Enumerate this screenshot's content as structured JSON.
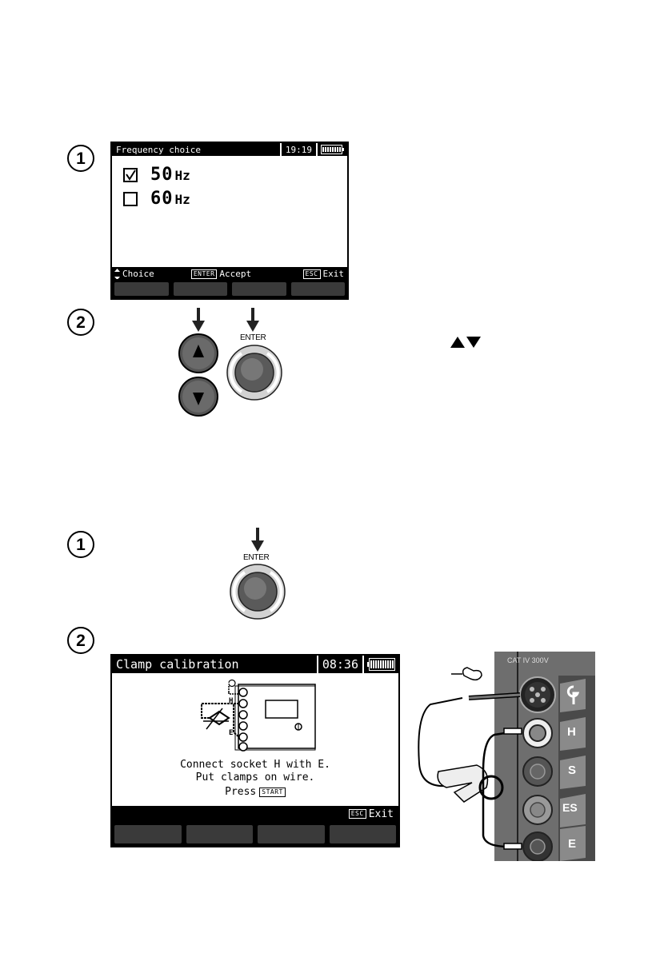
{
  "steps": {
    "a1": "1",
    "a2": "2",
    "b1": "1",
    "b2": "2"
  },
  "frequency_screen": {
    "title": "Frequency choice",
    "time": "19:19",
    "options": [
      {
        "value": "50",
        "unit": "Hz",
        "checked": true
      },
      {
        "value": "60",
        "unit": "Hz",
        "checked": false
      }
    ],
    "hint_choice": "Choice",
    "hint_enter_key": "ENTER",
    "hint_accept": "Accept",
    "hint_esc_key": "ESC",
    "hint_exit": "Exit"
  },
  "enter_button_label": "ENTER",
  "calibration_screen": {
    "title": "Clamp calibration",
    "time": "08:36",
    "line1": "Connect socket H with E.",
    "line2": "Put clamps on wire.",
    "press_label": "Press",
    "start_key": "START",
    "esc_key": "ESC",
    "exit_label": "Exit",
    "diagram_h": "H",
    "diagram_e": "E"
  },
  "socket_panel": {
    "category": "CAT IV 300V",
    "sockets": [
      "H",
      "S",
      "ES",
      "E"
    ]
  },
  "colors": {
    "screen_bar": "#000000",
    "button_face": "#555555",
    "panel_bg": "#6e6e6e",
    "panel_tab": "#8a8a8a"
  }
}
